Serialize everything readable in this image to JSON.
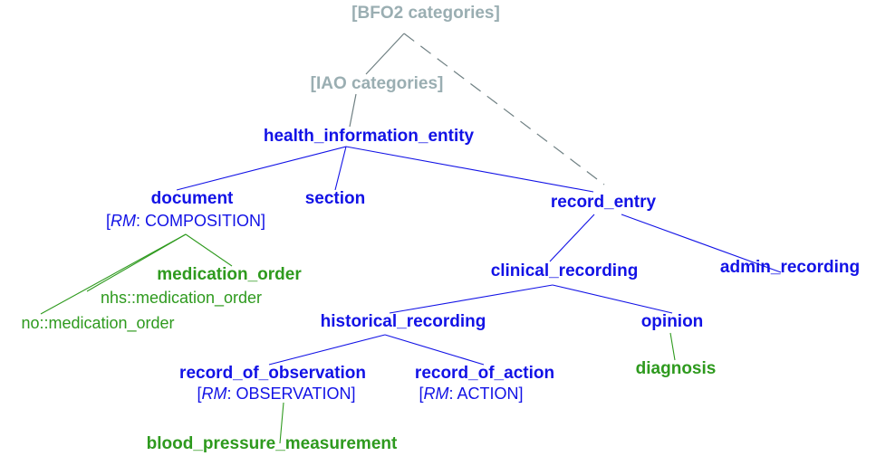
{
  "colors": {
    "gray": "#9aaeb2",
    "blue": "#1212e6",
    "green": "#2e9a1e"
  },
  "nodes": {
    "bfo2": "[BFO2 categories]",
    "iao": "[IAO categories]",
    "health_information_entity": "health_information_entity",
    "document": "document",
    "document_rm": {
      "open": "[",
      "rm": "RM",
      "rest": ": COMPOSITION]"
    },
    "section": "section",
    "record_entry": "record_entry",
    "medication_order": "medication_order",
    "nhs_medication_order": "nhs::medication_order",
    "no_medication_order": "no::medication_order",
    "clinical_recording": "clinical_recording",
    "admin_recording": "admin_recording",
    "historical_recording": "historical_recording",
    "opinion": "opinion",
    "diagnosis": "diagnosis",
    "record_of_observation": "record_of_observation",
    "observation_rm": {
      "open": "[",
      "rm": "RM",
      "rest": ": OBSERVATION]"
    },
    "record_of_action": "record_of_action",
    "action_rm": {
      "open": "[",
      "rm": "RM",
      "rest": ": ACTION]"
    },
    "blood_pressure_measurement": "blood_pressure_measurement"
  }
}
